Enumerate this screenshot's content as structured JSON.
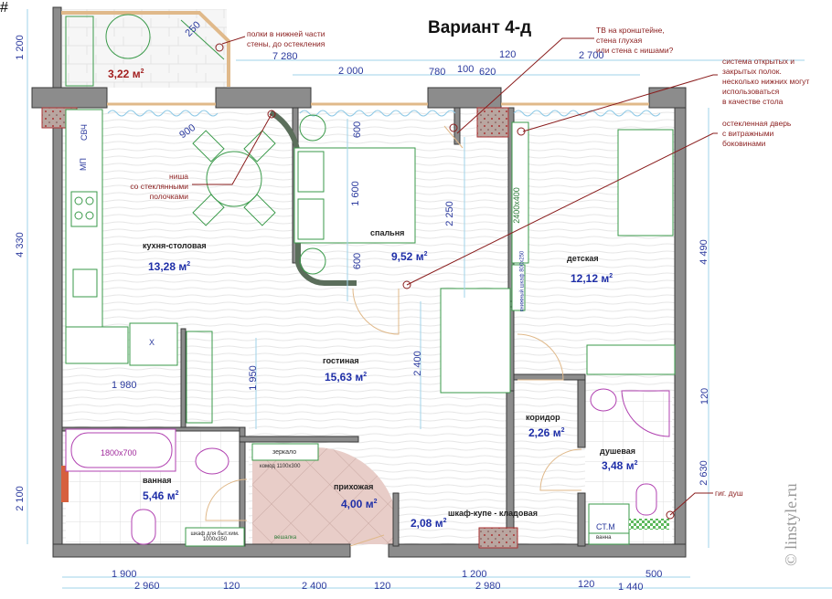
{
  "title": "Вариант 4-д",
  "rooms": {
    "balcony": {
      "area": "3,22 м",
      "sup": "2"
    },
    "kitchen": {
      "name": "кухня-столовая",
      "area": "13,28 м",
      "sup": "2"
    },
    "bedroom": {
      "name": "спальня",
      "area": "9,52 м",
      "sup": "2"
    },
    "kids": {
      "name": "детская",
      "area": "12,12 м",
      "sup": "2"
    },
    "living": {
      "name": "гостиная",
      "area": "15,63 м",
      "sup": "2"
    },
    "corridor": {
      "name": "коридор",
      "area": "2,26 м",
      "sup": "2"
    },
    "bath": {
      "name": "ванная",
      "area": "5,46 м",
      "sup": "2"
    },
    "hall": {
      "name": "прихожая",
      "area": "4,00 м",
      "sup": "2"
    },
    "closet": {
      "name": "шкаф-купе - кладовая",
      "area": "2,08 м",
      "sup": "2"
    },
    "shower": {
      "name": "душевая",
      "area": "3,48 м",
      "sup": "2"
    }
  },
  "notes": {
    "balcony_shelves": [
      "полки в нижней части",
      "стены, до остекления"
    ],
    "tv": [
      "ТВ на кронштейне,",
      "стена глухая",
      "или стена с нишами?"
    ],
    "shelves_system": [
      "система открытых и",
      "закрытых полок.",
      "несколько нижних могут",
      "использоваться",
      "в качестве стола"
    ],
    "glass_door": [
      "остекленная дверь",
      "с витражными",
      "боковинами"
    ],
    "niche": [
      "ниша",
      "со стеклянными",
      "полочками"
    ],
    "hyg_shower": "гиг. душ"
  },
  "furniture_labels": {
    "svch": "СВЧ",
    "mp": "МП",
    "wardrobe": "2400x400",
    "kids_wardrobe": [
      "книжный шкаф",
      "800x250"
    ],
    "bathtub": "1800x700",
    "household_cabinet": [
      "шкаф для быт.хим.",
      "1000x350"
    ],
    "mirror": "зеркало",
    "dresser": "комод 1100x300",
    "hanger": "вешалка",
    "washing_machine": "СТ.М",
    "sink_cabinet": "ванна",
    "x_mark": "X"
  },
  "dimensions": {
    "top": [
      "7 280",
      "2 000",
      "780",
      "100",
      "620",
      "120",
      "2 700"
    ],
    "balcony_diag": "250",
    "kitchen_diag": "900",
    "bedroom": [
      "600",
      "1 600",
      "600",
      "2 250"
    ],
    "living": [
      "1 950",
      "2 400"
    ],
    "bath_width": "1 980",
    "left": [
      "1 200",
      "4 330",
      "2 100"
    ],
    "right": [
      "4 490",
      "120",
      "2 630"
    ],
    "bottom_row1": [
      "1 900",
      "1 200",
      "500"
    ],
    "bottom_row2": [
      "2 960",
      "120",
      "2 400",
      "120",
      "2 980",
      "120",
      "1 440"
    ]
  },
  "watermark": "© linstyle.ru",
  "colors": {
    "wall": "#8c8c8c",
    "wall_stroke": "#3a3a3a",
    "furniture": "#3a9a4a",
    "plumbing": "#b040b0",
    "dimension": "#2b3a9e",
    "dim_line": "#9fd3e8",
    "note": "#8a1d1d",
    "hall_floor": "#e8cdc8",
    "window": "#e0b98a"
  }
}
